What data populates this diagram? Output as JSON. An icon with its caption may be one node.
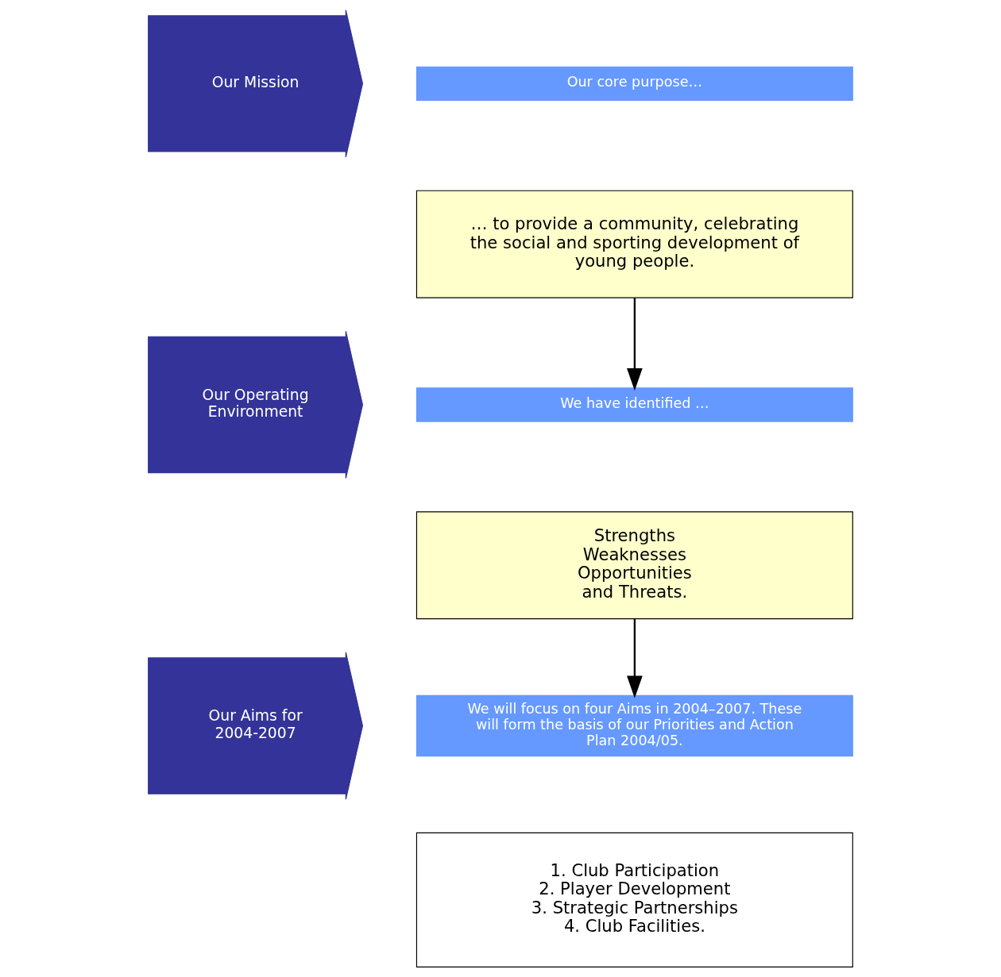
{
  "diagram": {
    "nodes": [
      {
        "text": [
          "Our Mission"
        ]
      },
      {
        "text": [
          "Our core purpose…"
        ]
      },
      {
        "text": [
          "… to provide a community, celebrating the social and sporting development of young people."
        ]
      },
      {
        "text": [
          "Our Operating Environment"
        ]
      },
      {
        "text": [
          "We have identified …"
        ]
      },
      {
        "text": [
          "Strengths Weaknesses Opportunities and Threats."
        ]
      },
      {
        "text": [
          "Our Aims for 2004-2007"
        ]
      },
      {
        "text": [
          "We will focus on four Aims in 2004–2007. These will form the basis of our Priorities and Action Plan 2004/05."
        ]
      },
      {
        "text": [
          "1. Club Participation",
          "2. Player Development",
          "3. Strategic Partnerships",
          "4. Club Facilities."
        ]
      }
    ],
    "edges": [
      {
        "from": 2,
        "to": 4,
        "arrow": "to"
      },
      {
        "from": 5,
        "to": 7,
        "arrow": "to"
      }
    ]
  }
}
